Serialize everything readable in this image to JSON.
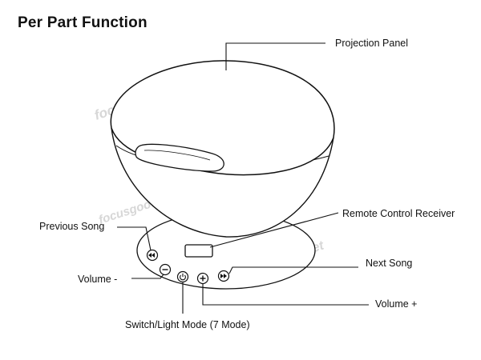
{
  "title": "Per Part Function",
  "labels": {
    "projection_panel": "Projection Panel",
    "remote_control_receiver": "Remote Control Receiver",
    "previous_song": "Previous Song",
    "next_song": "Next Song",
    "volume_down": "Volume -",
    "volume_up": "Volume +",
    "switch_light_mode": "Switch/Light Mode (7 Mode)"
  },
  "watermark": "focusgood.net",
  "icons": [
    "previous-song-icon",
    "volume-down-icon",
    "power-mode-icon",
    "volume-up-icon",
    "next-song-icon"
  ],
  "colors": {
    "line": "#111111",
    "watermark": "#d7d7d7",
    "background": "#ffffff"
  }
}
